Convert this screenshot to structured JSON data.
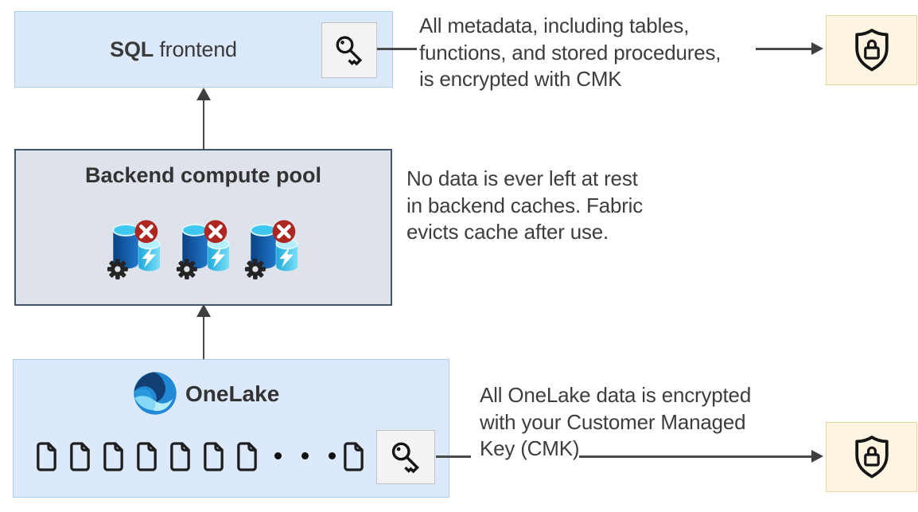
{
  "diagram": {
    "sql_box": {
      "title_bold": "SQL",
      "title_rest": " frontend"
    },
    "backend_box": {
      "title": "Backend compute pool"
    },
    "onelake_box": {
      "title": "OneLake"
    },
    "notes": {
      "metadata_line1": "All metadata, including tables,",
      "metadata_line2": "functions, and stored procedures,",
      "metadata_line3": "is encrypted with CMK",
      "cache_line1": "No data is ever left at rest",
      "cache_line2": "in backend caches. Fabric",
      "cache_line3": "evicts cache after use.",
      "onelake_line1": "All OneLake data is encrypted",
      "onelake_line2": "with your Customer Managed",
      "onelake_line3": "Key (CMK)"
    },
    "icons": {
      "key": "key-icon",
      "shield_lock": "shield-lock-icon",
      "document": "document-icon",
      "compute_cache": "database-cache-crossed-icon",
      "gear": "gear-icon",
      "onelake_logo": "onelake-logo"
    },
    "colors": {
      "box_blue_fill": "#dbe9fa",
      "box_blue_border": "#a9cfee",
      "box_gray_fill": "#dee2ea",
      "box_gray_border": "#44546a",
      "shield_tile_fill": "#fdf5e1",
      "shield_tile_border": "#e7d5a0",
      "key_tile_fill": "#f3f3f3",
      "key_tile_border": "#c3c3c3",
      "arrow": "#3f3f3f",
      "text": "#3d3d3d",
      "badge_red": "#ae2620",
      "cylinder_dark_blue": "#0a4286",
      "cylinder_cyan": "#41c8f0"
    }
  }
}
